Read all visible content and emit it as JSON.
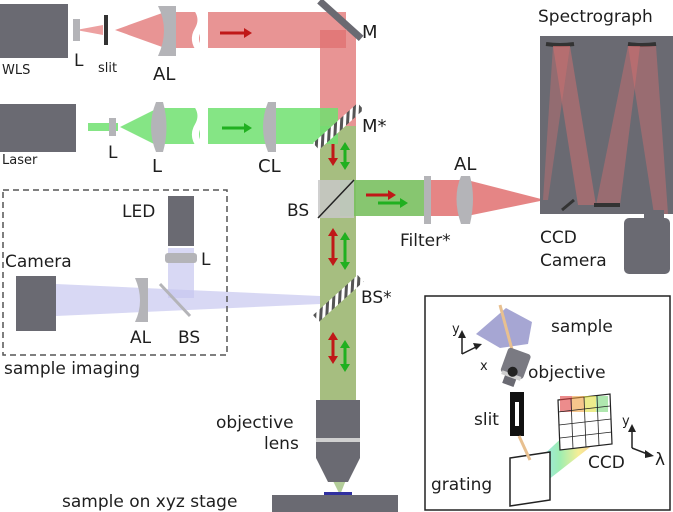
{
  "labels": {
    "wls": "WLS",
    "l_wls": "L",
    "slit": "slit",
    "al_top": "AL",
    "m": "M",
    "spectrograph": "Spectrograph",
    "laser": "Laser",
    "l_laser_small": "L",
    "l_laser": "L",
    "cl": "CL",
    "m_star": "M*",
    "led": "LED",
    "l_led": "L",
    "bs": "BS",
    "al_right": "AL",
    "filter": "Filter*",
    "ccd_camera_1": "CCD",
    "ccd_camera_2": "Camera",
    "camera": "Camera",
    "al_imaging": "AL",
    "bs_imaging": "BS",
    "bs_star": "BS*",
    "sample_imaging": "sample imaging",
    "objective_1": "objective",
    "objective_2": "lens",
    "sample_stage": "sample on xyz stage"
  },
  "inset": {
    "axis_y": "y",
    "axis_x": "x",
    "sample": "sample",
    "objective": "objective",
    "slit": "slit",
    "grating": "grating",
    "ccd": "CCD",
    "axis_y2": "y",
    "axis_lambda": "λ"
  },
  "colors": {
    "red_beam": "#e06060",
    "green_beam": "#70e070",
    "lavender_beam": "#c8c8f0",
    "component_gray": "#6a6a72",
    "lens_gray": "#b4b4b8"
  }
}
